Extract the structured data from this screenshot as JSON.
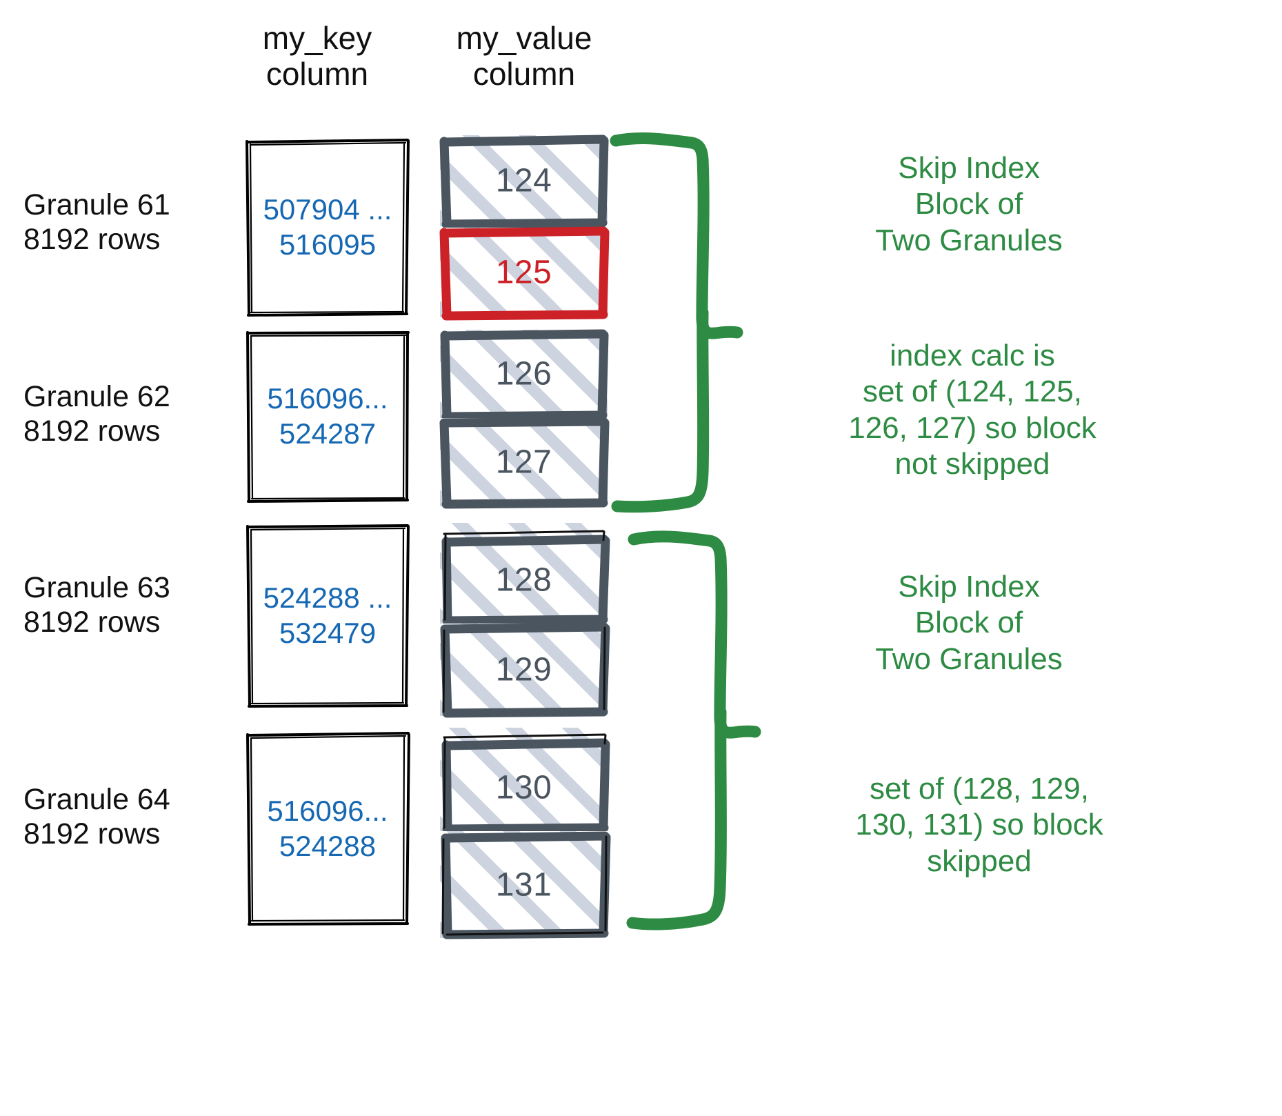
{
  "headers": {
    "key_column": "my_key\ncolumn",
    "value_column": "my_value\ncolumn"
  },
  "colors": {
    "key_text": "#1668b3",
    "value_border": "#4a5560",
    "value_text": "#4a5560",
    "hatch": "#c4cdda",
    "highlight_red": "#cc2127",
    "annotation_green": "#2e8b43",
    "box_outline": "#000000"
  },
  "granules": [
    {
      "label": "Granule 61\n8192 rows",
      "key_range": "507904 ...\n516095",
      "values": [
        {
          "value": "124",
          "flagged": false
        },
        {
          "value": "125",
          "flagged": true
        }
      ]
    },
    {
      "label": "Granule 62\n8192 rows",
      "key_range": "516096...\n524287",
      "values": [
        {
          "value": "126",
          "flagged": false
        },
        {
          "value": "127",
          "flagged": false
        }
      ]
    },
    {
      "label": "Granule 63\n8192 rows",
      "key_range": "524288 ...\n532479",
      "values": [
        {
          "value": "128",
          "flagged": false
        },
        {
          "value": "129",
          "flagged": false
        }
      ]
    },
    {
      "label": "Granule 64\n8192 rows",
      "key_range": "516096...\n524288",
      "values": [
        {
          "value": "130",
          "flagged": false
        },
        {
          "value": "131",
          "flagged": false
        }
      ]
    }
  ],
  "annotations": [
    {
      "text": "Skip Index\nBlock of\nTwo Granules"
    },
    {
      "text": "index calc is\nset of (124, 125,\n126, 127) so block\nnot skipped"
    },
    {
      "text": "Skip Index\nBlock of\nTwo Granules"
    },
    {
      "text": "set of (128, 129,\n130, 131) so block\nskipped"
    }
  ]
}
